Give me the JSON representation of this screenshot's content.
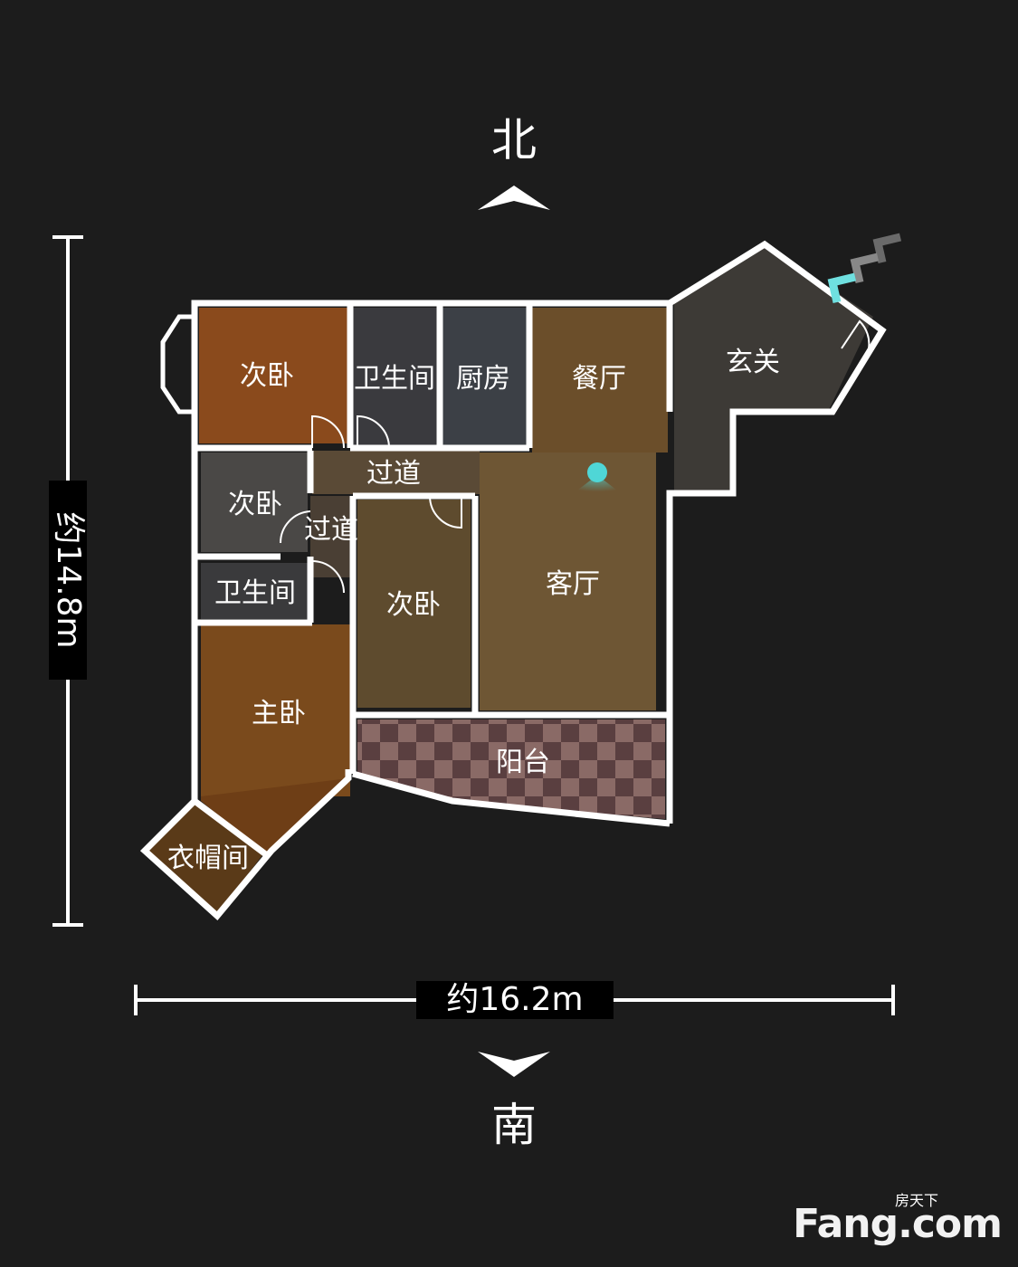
{
  "compass": {
    "north": "北",
    "south": "南"
  },
  "dimensions": {
    "width_label": "约16.2m",
    "height_label": "约14.8m"
  },
  "rooms": [
    {
      "id": "bedroom-nw",
      "label": "次卧"
    },
    {
      "id": "bathroom-north",
      "label": "卫生间"
    },
    {
      "id": "kitchen",
      "label": "厨房"
    },
    {
      "id": "dining-room",
      "label": "餐厅"
    },
    {
      "id": "entrance",
      "label": "玄关"
    },
    {
      "id": "hallway-upper",
      "label": "过道"
    },
    {
      "id": "bedroom-west",
      "label": "次卧"
    },
    {
      "id": "hallway-west",
      "label": "过道"
    },
    {
      "id": "bathroom-west",
      "label": "卫生间"
    },
    {
      "id": "bedroom-center",
      "label": "次卧"
    },
    {
      "id": "living-room",
      "label": "客厅"
    },
    {
      "id": "master-bedroom",
      "label": "主卧"
    },
    {
      "id": "balcony",
      "label": "阳台"
    },
    {
      "id": "cloakroom",
      "label": "衣帽间"
    }
  ],
  "watermark": {
    "brand": "Fang.com",
    "sub": "房天下"
  },
  "colors": {
    "background": "#1c1c1c",
    "wall": "#ffffff",
    "marker": "#4fd6d6",
    "entry_arrow": "#6fe0e0"
  }
}
